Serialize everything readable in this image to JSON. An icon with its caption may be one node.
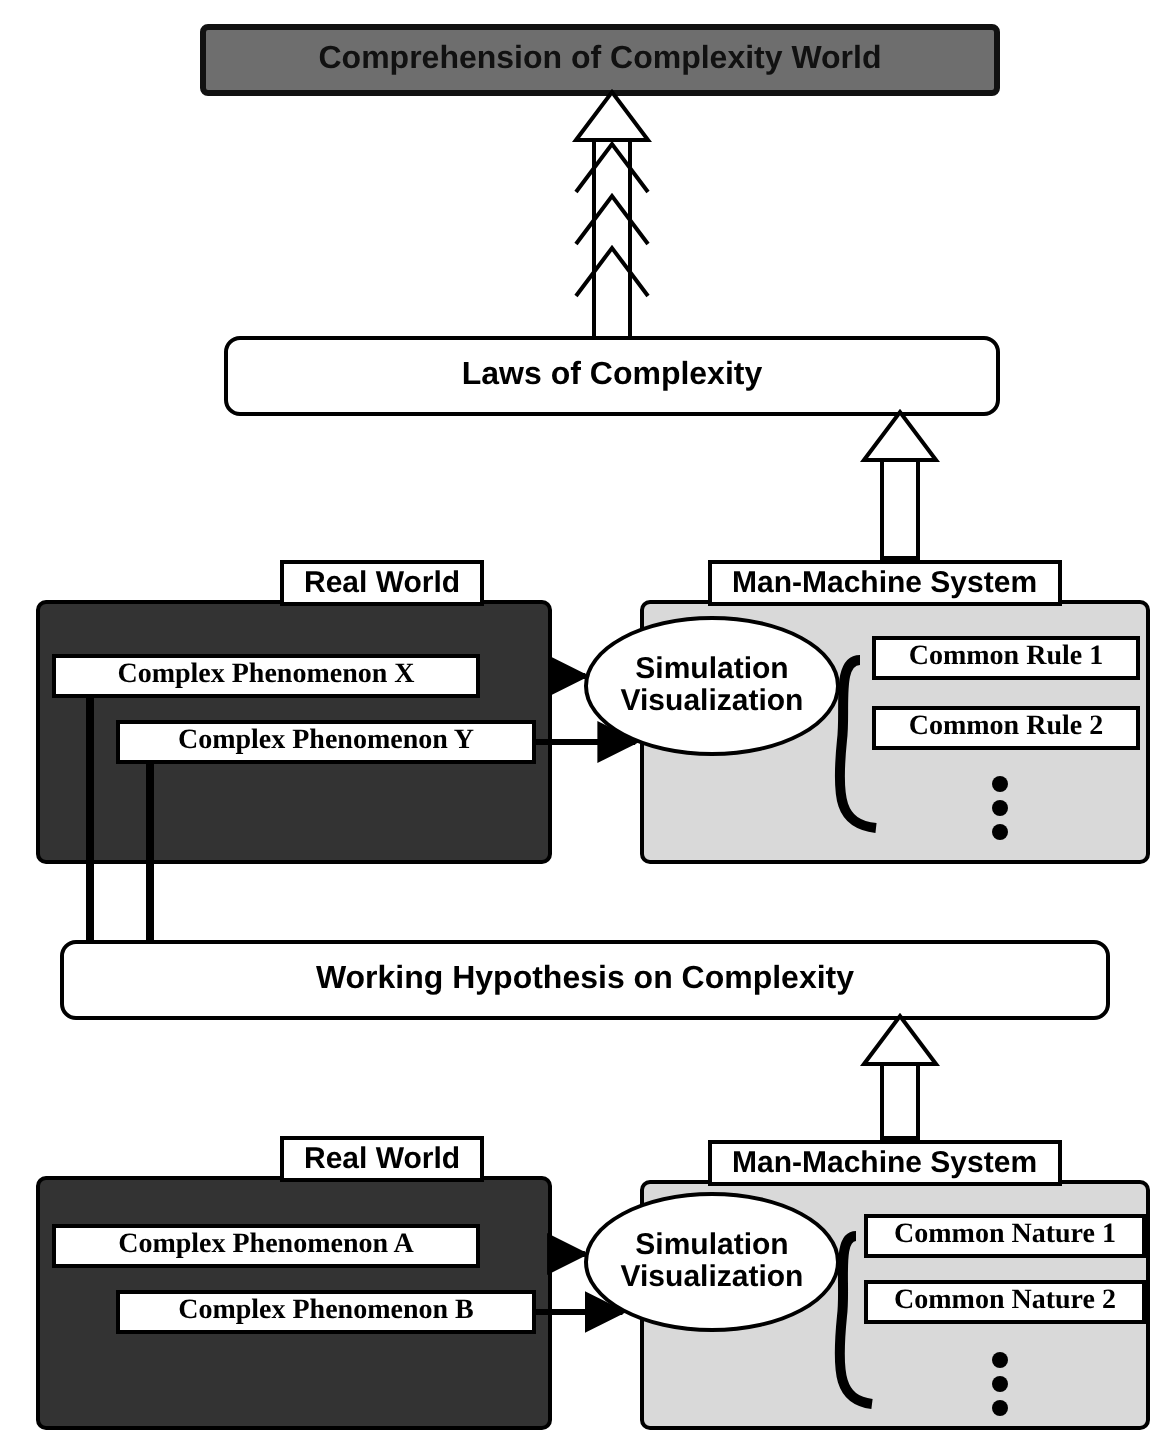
{
  "diagram": {
    "nodes": [
      {
        "text": [
          "Comprehension of Complexity World"
        ]
      },
      {
        "text": [
          "Laws of Complexity"
        ]
      },
      {
        "text": [
          "Real World"
        ]
      },
      {
        "text": [
          "Complex Phenomenon X"
        ],
        "in": 2
      },
      {
        "text": [
          "Complex Phenomenon Y"
        ],
        "in": 2
      },
      {
        "text": [
          "Man-Machine System"
        ]
      },
      {
        "text": [
          "Simulation Visualization"
        ]
      },
      {
        "text": [
          "Common Rule 1"
        ],
        "in": 5
      },
      {
        "text": [
          "Common Rule 2"
        ],
        "in": 5
      },
      {
        "text": [
          "Working Hypothesis on Complexity"
        ]
      },
      {
        "text": [
          "Real World"
        ]
      },
      {
        "text": [
          "Complex Phenomenon A"
        ],
        "in": 10
      },
      {
        "text": [
          "Complex Phenomenon B"
        ],
        "in": 10
      },
      {
        "text": [
          "Man-Machine System"
        ]
      },
      {
        "text": [
          "Simulation Visualization"
        ]
      },
      {
        "text": [
          "Common Nature 1"
        ],
        "in": 13
      },
      {
        "text": [
          "Common Nature 2"
        ],
        "in": 13
      }
    ],
    "edges": [
      {
        "from": 1,
        "to": 0,
        "arrow": "to"
      },
      {
        "from": 5,
        "to": 1,
        "arrow": "to"
      },
      {
        "from": 2,
        "to": 6,
        "arrow": "to"
      },
      {
        "from": 4,
        "to": 6,
        "arrow": "to"
      },
      {
        "from": 3,
        "to": 9,
        "arrow": "none"
      },
      {
        "from": 4,
        "to": 9,
        "arrow": "none"
      },
      {
        "from": 13,
        "to": 9,
        "arrow": "to"
      },
      {
        "from": 10,
        "to": 14,
        "arrow": "to"
      },
      {
        "from": 12,
        "to": 14,
        "arrow": "to"
      }
    ]
  }
}
